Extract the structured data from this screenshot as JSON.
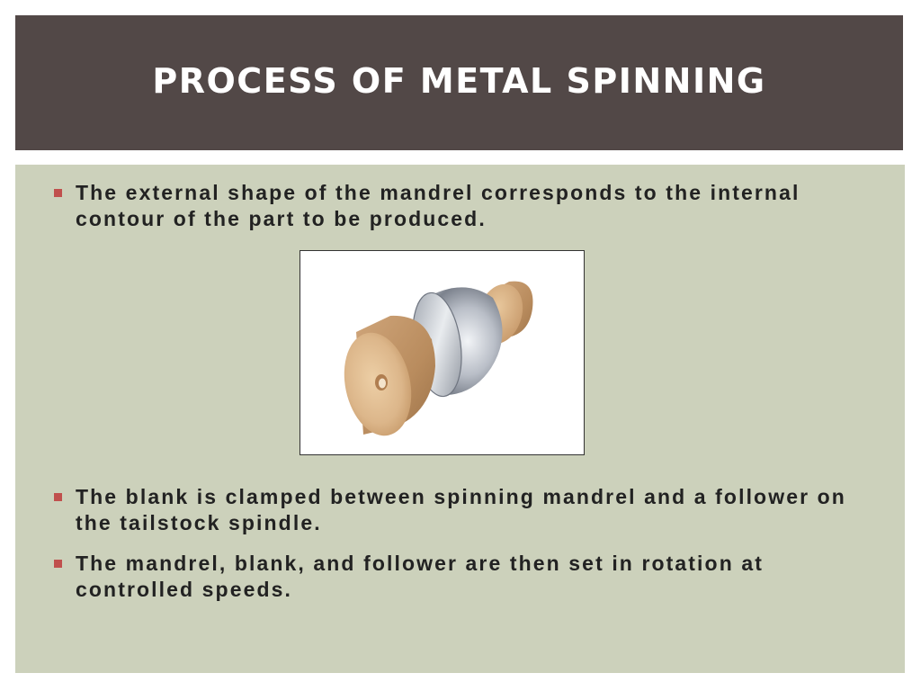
{
  "slide": {
    "title": "PROCESS OF METAL SPINNING",
    "bullets": [
      "The external shape of the mandrel corresponds to the internal contour of the part to be produced.",
      "The blank is clamped between spinning mandrel and a follower on the tailstock spindle.",
      "The mandrel, blank, and follower are then set in rotation at controlled speeds."
    ]
  },
  "figure": {
    "icon": "metal-spinning-illustration",
    "parts": [
      "mandrel",
      "blank",
      "follower"
    ]
  },
  "colors": {
    "title_band": "#524847",
    "title_text": "#ffffff",
    "content_panel": "#ccd1bb",
    "bullet_marker": "#c0504d",
    "body_text": "#222222",
    "wood": "#d8b48a",
    "metal": "#c8ccd4"
  }
}
